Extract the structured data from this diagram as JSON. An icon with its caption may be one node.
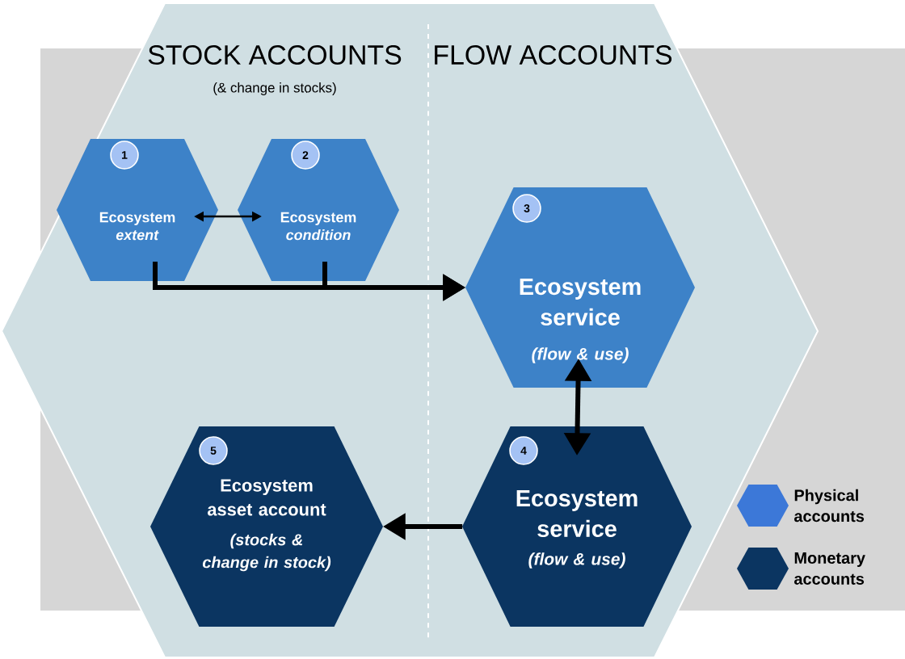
{
  "diagram": {
    "nodes": [
      {
        "text": [
          "STOCK ACCOUNTS",
          "(& change in stocks)",
          "FLOW ACCOUNTS"
        ]
      },
      {
        "text": [
          "1",
          "Ecosystem *extent*"
        ],
        "in": 0
      },
      {
        "text": [
          "2",
          "Ecosystem *condition*"
        ],
        "in": 0
      },
      {
        "text": [
          "3",
          "Ecosystem service",
          "(flow & use)"
        ],
        "in": 0
      },
      {
        "text": [
          "4",
          "Ecosystem service",
          "(flow & use)"
        ],
        "in": 0
      },
      {
        "text": [
          "5",
          "Ecosystem asset account",
          "(stocks & change in stock)"
        ],
        "in": 0
      }
    ],
    "edges": [
      {
        "from": 1,
        "to": 2,
        "arrow": "both"
      },
      {
        "from": 1,
        "to": 3,
        "arrow": "to"
      },
      {
        "from": 2,
        "to": 3,
        "arrow": "to"
      },
      {
        "from": 3,
        "to": 4,
        "arrow": "both"
      },
      {
        "from": 4,
        "to": 5,
        "arrow": "to"
      }
    ],
    "legend": [
      {
        "text": "Physical accounts",
        "color": "#3c78d8"
      },
      {
        "text": "Monetary accounts",
        "color": "#0b3561"
      }
    ]
  }
}
